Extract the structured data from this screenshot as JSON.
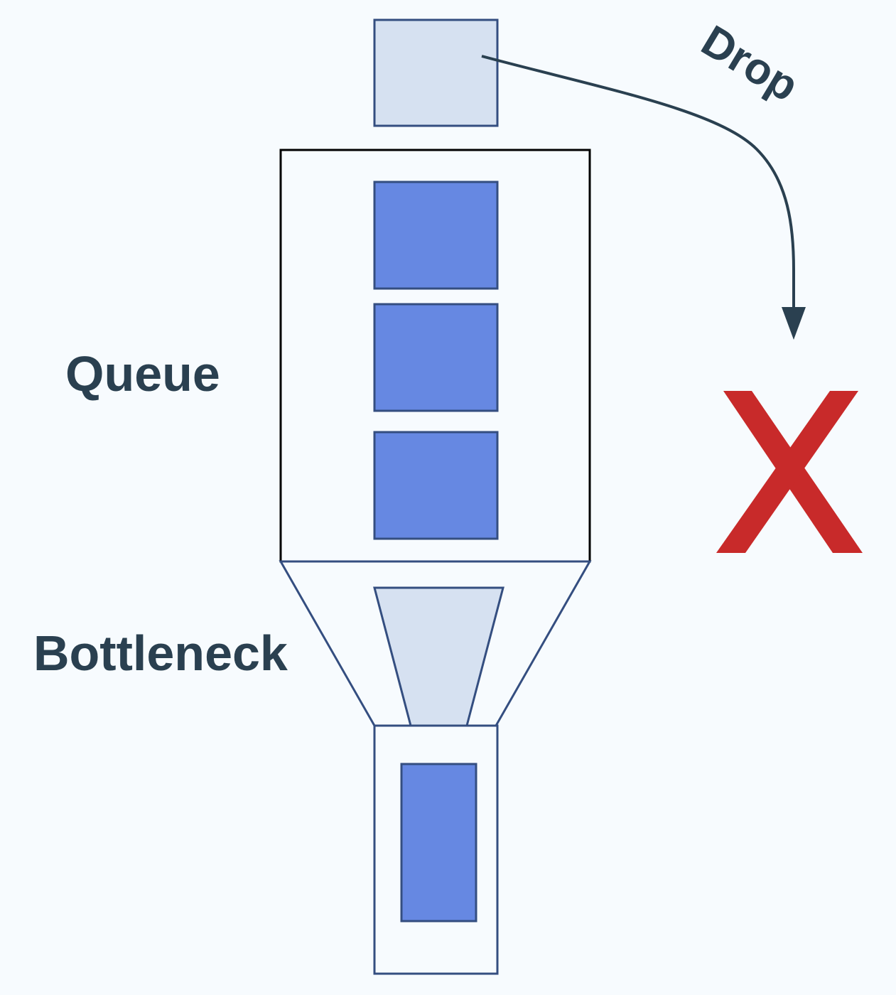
{
  "labels": {
    "queue": "Queue",
    "bottleneck": "Bottleneck",
    "drop": "Drop"
  },
  "colors": {
    "background": "#f7fbfe",
    "packet_fill": "#6688e2",
    "packet_light_fill": "#d6e1f1",
    "stroke": "#344e80",
    "text": "#2a4050",
    "drop_x": "#c82a2a"
  },
  "icons": {
    "drop_marker": "x-mark-icon"
  }
}
